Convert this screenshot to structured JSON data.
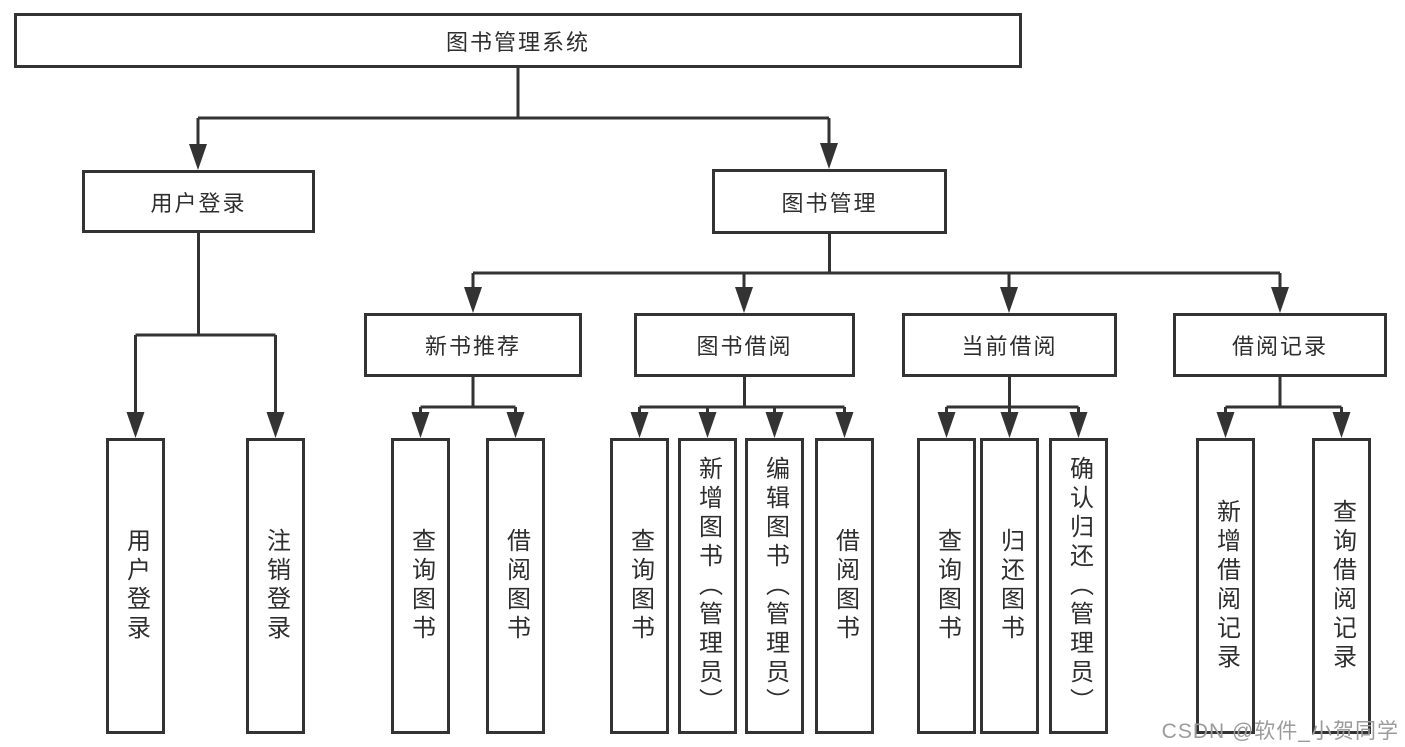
{
  "colors": {
    "line": "#333333",
    "box_border": "#333333",
    "text": "#2e2e2e",
    "watermark": "#9b9b9b",
    "background": "#ffffff"
  },
  "tree": {
    "root": {
      "label": "图书管理系统"
    },
    "level1": [
      {
        "label": "用户登录",
        "children": [
          {
            "label": "用户登录"
          },
          {
            "label": "注销登录"
          }
        ]
      },
      {
        "label": "图书管理",
        "modules": [
          {
            "label": "新书推荐",
            "children": [
              {
                "label": "查询图书"
              },
              {
                "label": "借阅图书"
              }
            ]
          },
          {
            "label": "图书借阅",
            "children": [
              {
                "label": "查询图书"
              },
              {
                "label": "新增图书（管理员）"
              },
              {
                "label": "编辑图书（管理员）"
              },
              {
                "label": "借阅图书"
              }
            ]
          },
          {
            "label": "当前借阅",
            "children": [
              {
                "label": "查询图书"
              },
              {
                "label": "归还图书"
              },
              {
                "label": "确认归还（管理员）"
              }
            ]
          },
          {
            "label": "借阅记录",
            "children": [
              {
                "label": "新增借阅记录"
              },
              {
                "label": "查询借阅记录"
              }
            ]
          }
        ]
      }
    ]
  },
  "watermark": "CSDN @软件_小贺同学"
}
